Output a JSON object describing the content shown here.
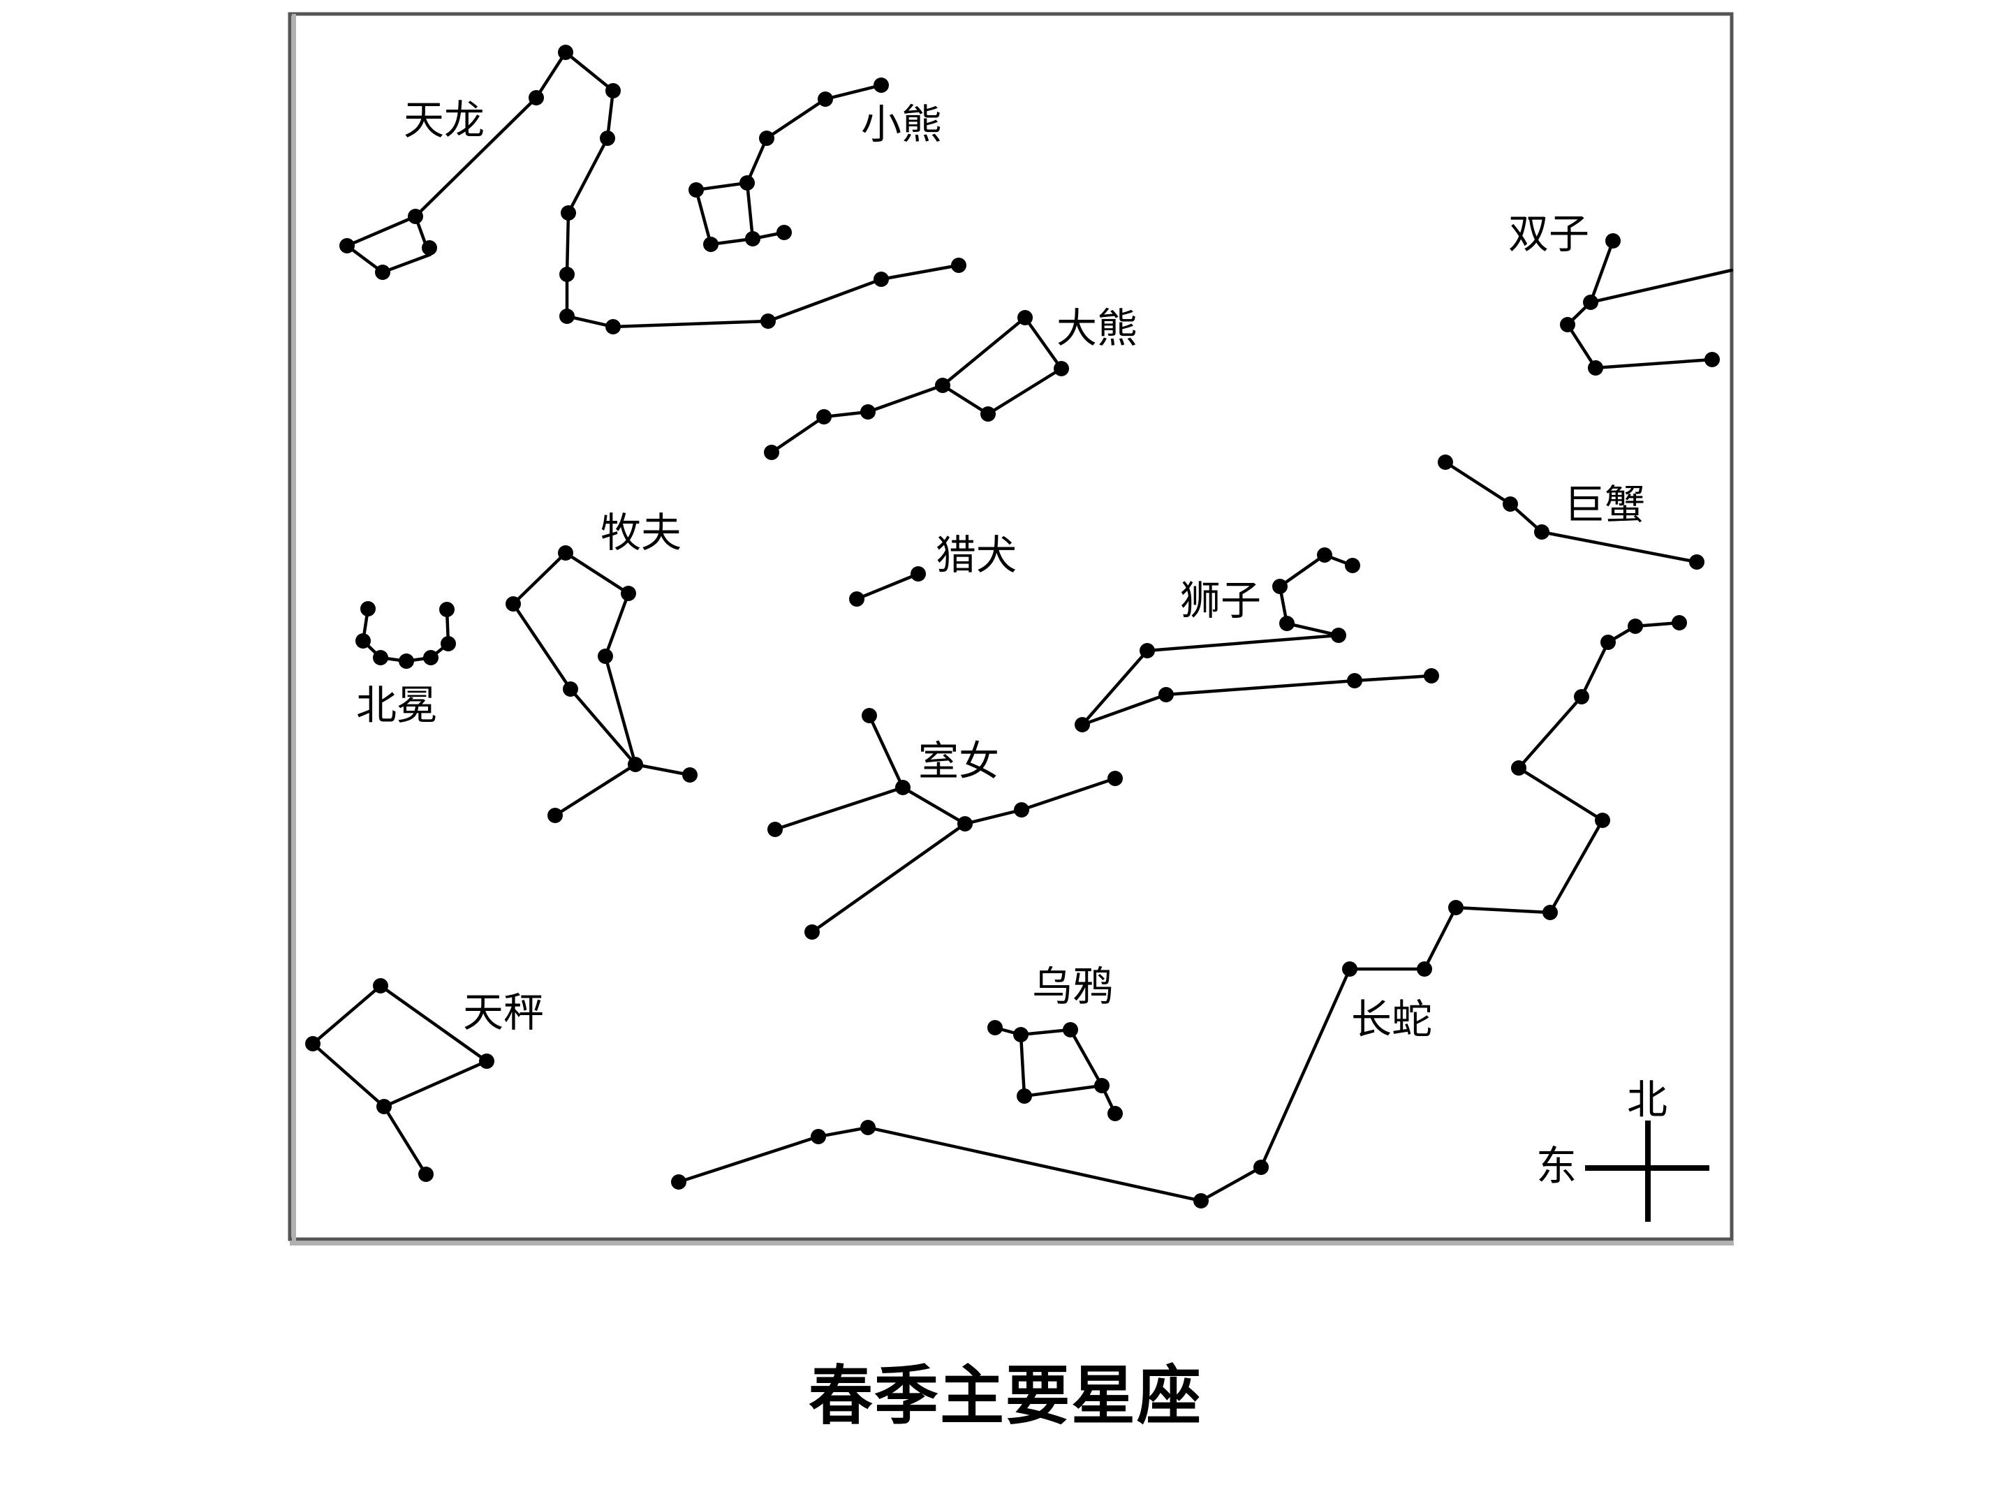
{
  "caption": "春季主要星座",
  "compass": {
    "north": "北",
    "east": "东"
  },
  "constellations": [
    {
      "id": "draco",
      "name": "天龙"
    },
    {
      "id": "ursa-minor",
      "name": "小熊"
    },
    {
      "id": "ursa-major",
      "name": "大熊"
    },
    {
      "id": "gemini",
      "name": "双子"
    },
    {
      "id": "cancer",
      "name": "巨蟹"
    },
    {
      "id": "bootes",
      "name": "牧夫"
    },
    {
      "id": "canes-venatici",
      "name": "猎犬"
    },
    {
      "id": "leo",
      "name": "狮子"
    },
    {
      "id": "corona-borealis",
      "name": "北冕"
    },
    {
      "id": "virgo",
      "name": "室女"
    },
    {
      "id": "libra",
      "name": "天秤"
    },
    {
      "id": "corvus",
      "name": "乌鸦"
    },
    {
      "id": "hydra",
      "name": "长蛇"
    }
  ]
}
